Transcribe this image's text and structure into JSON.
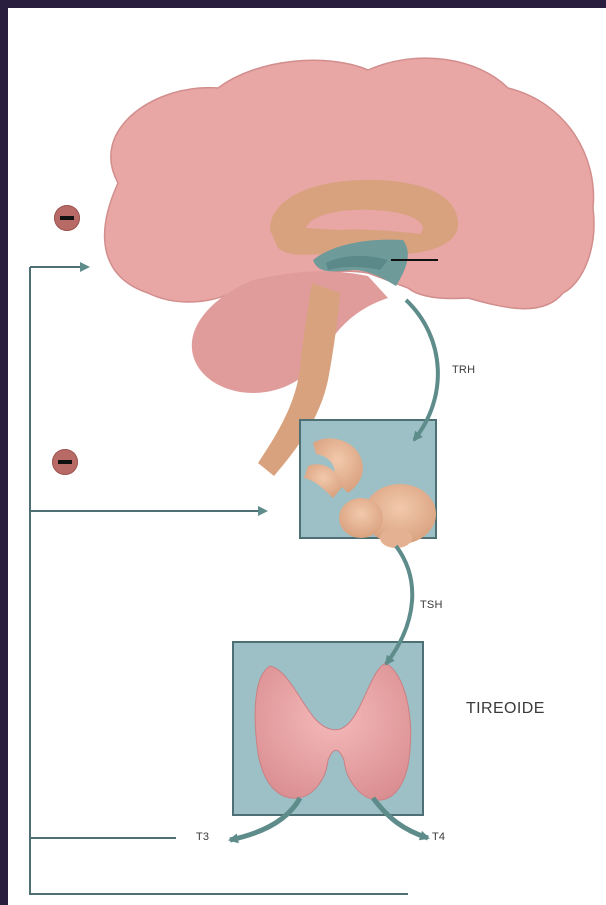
{
  "labels": {
    "trh": "TRH",
    "tsh": "TSH",
    "thyroid": "TIREOIDE",
    "t3": "T3",
    "t4": "T4"
  },
  "colors": {
    "background": "#2a1e3f",
    "brain": "#e8a6a4",
    "hypothalamus": "#6f9a9a",
    "box_fill": "#9dbfc6",
    "box_stroke": "#4e7074",
    "arrow": "#5e8c8b",
    "inhibition_badge": "#b86b66"
  }
}
